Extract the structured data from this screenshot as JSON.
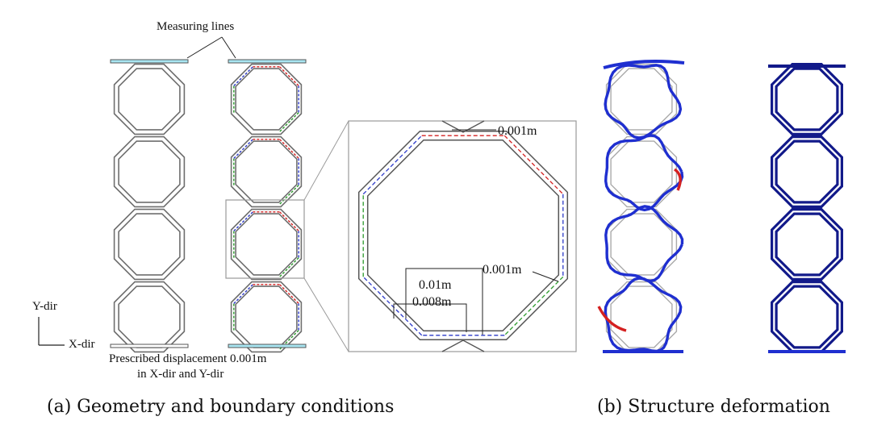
{
  "panel_a": {
    "measuring_lines": "Measuring lines",
    "axis_y": "Y-dir",
    "axis_x": "X-dir",
    "bc_line1": "Prescribed displacement 0.001m",
    "bc_line2": "in X-dir and Y-dir",
    "dim_gap": "0.001m",
    "dim_thickness": "0.001m",
    "dim_outer": "0.01m",
    "dim_inner": "0.008m",
    "caption": "(a) Geometry and boundary conditions"
  },
  "panel_b": {
    "caption": "(b) Structure deformation"
  },
  "colors": {
    "outline": "#6e6e6e",
    "measuring_line": "#a9e6f2",
    "blue_force": "#2a38c8",
    "red_force": "#d42020",
    "green_force": "#2a9a2a",
    "zoom_box": "#9a9a9a",
    "deformed_blue": "#1f2fd0",
    "deformed_navy": "#121a8a"
  }
}
